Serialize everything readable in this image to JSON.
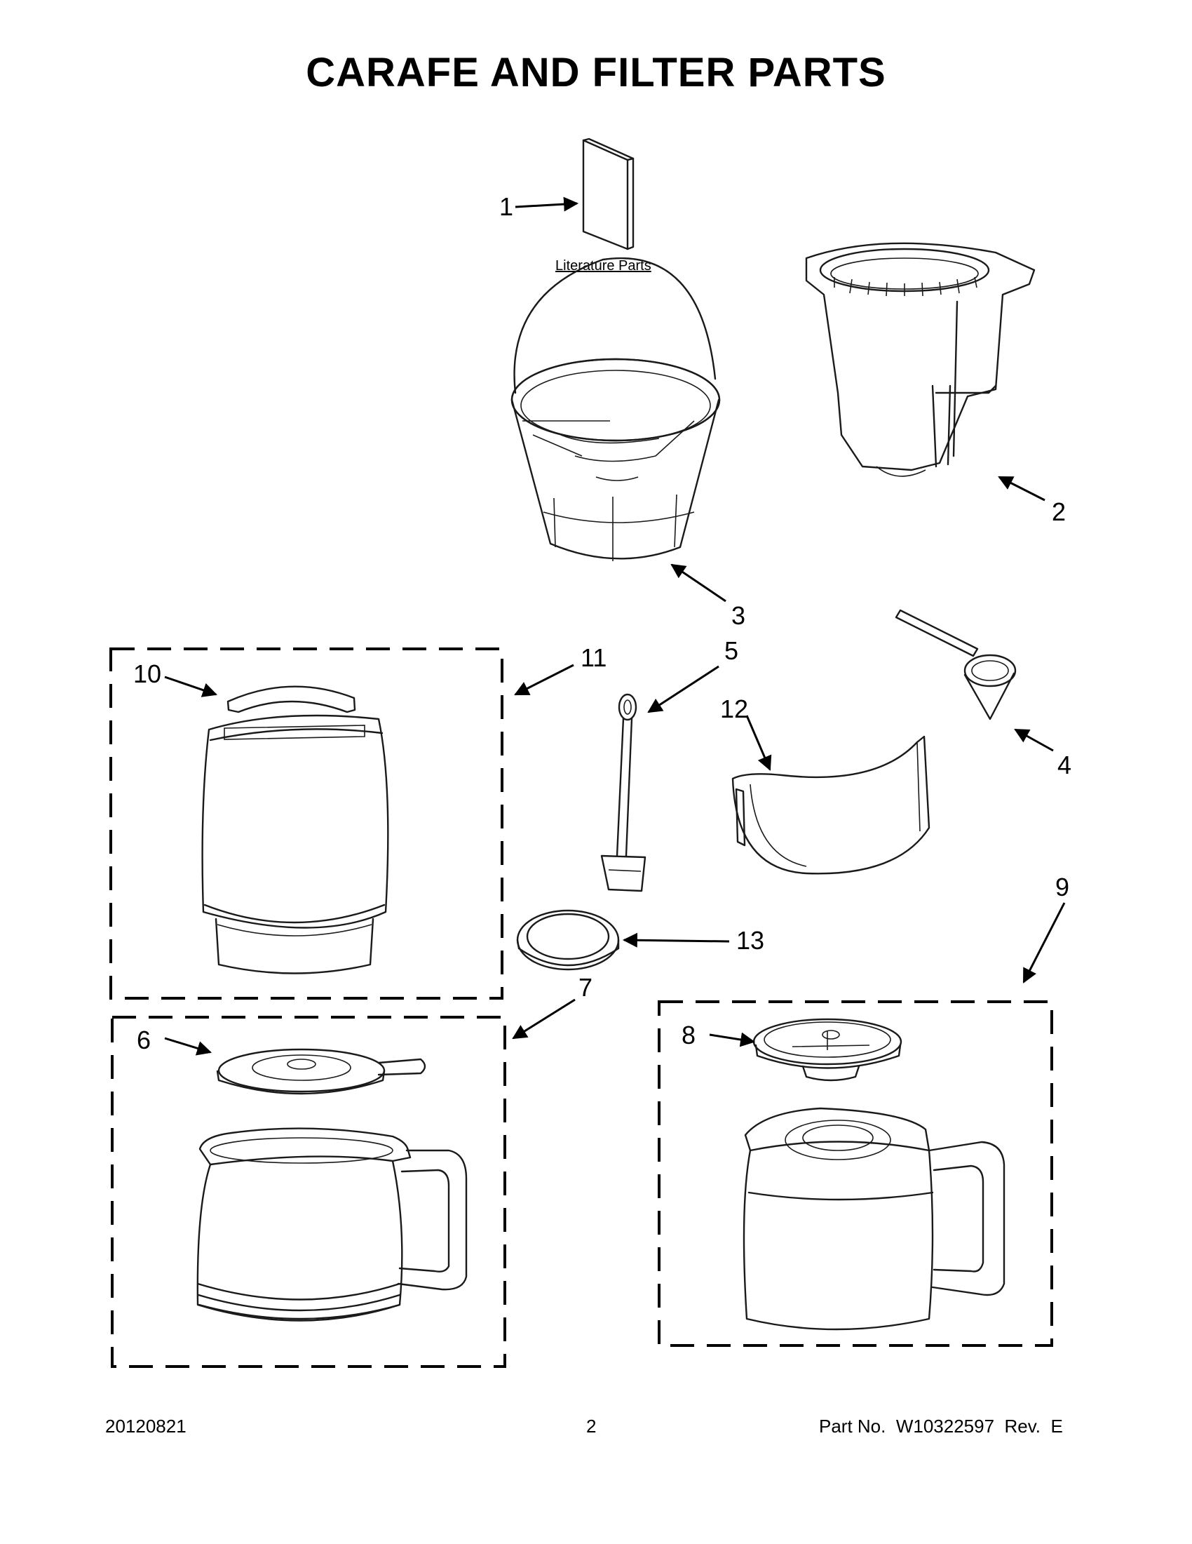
{
  "title": "CARAFE AND FILTER PARTS",
  "literature_label": "Literature Parts",
  "callouts": [
    "1",
    "2",
    "3",
    "4",
    "5",
    "6",
    "7",
    "8",
    "9",
    "10",
    "11",
    "12",
    "13"
  ],
  "footer": {
    "date": "20120821",
    "page": "2",
    "part_no": "Part No.  W10322597  Rev.  E"
  }
}
